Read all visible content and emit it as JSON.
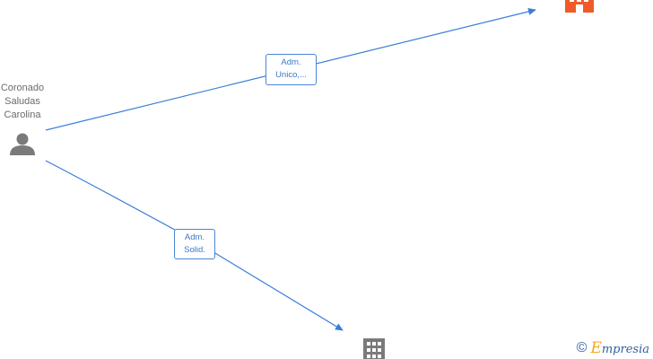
{
  "person": {
    "name_lines": [
      "Coronado",
      "Saludas",
      "Carolina"
    ],
    "icon": "person-icon"
  },
  "edges": [
    {
      "label_lines": [
        "Adm.",
        "Unico,..."
      ]
    },
    {
      "label_lines": [
        "Adm.",
        "Solid."
      ]
    }
  ],
  "companies": [
    {
      "icon": "building-icon",
      "color": "#f05a28"
    },
    {
      "icon": "building-icon",
      "color": "#7a7a7a"
    }
  ],
  "colors": {
    "edge": "#3a7fd5",
    "label_border": "#4a86d4",
    "person": "#7a7a7a"
  },
  "watermark": {
    "copyright": "©",
    "brand_initial": "E",
    "brand_rest": "mpresia"
  }
}
